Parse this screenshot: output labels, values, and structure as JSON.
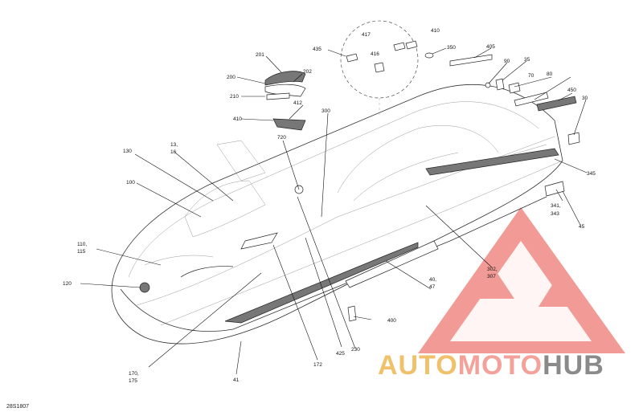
{
  "figure_id": "28S1807",
  "watermark": {
    "part1": "AUTO",
    "part2": "MOTO",
    "part3": "HUB",
    "logo_color": "#f08a84",
    "text_colors": [
      "#f1c06b",
      "#f4a19a",
      "#8a8a8a"
    ]
  },
  "callouts": {
    "c201": "201",
    "c200": "200",
    "c202": "202",
    "c210": "210",
    "c410a": "410",
    "c412": "412",
    "c300": "300",
    "c720": "720",
    "c435": "435",
    "c417": "417",
    "c410b": "410",
    "c416": "416",
    "c350": "350",
    "c405": "405",
    "c90": "90",
    "c35": "35",
    "c70": "70",
    "c80": "80",
    "c450": "450",
    "c30": "30",
    "c345": "345",
    "c341": "341,",
    "c343": "343",
    "c45": "45",
    "c13": "13,",
    "c16": "16",
    "c130": "130",
    "c100": "100",
    "c110": "110,",
    "c115": "115",
    "c120": "120",
    "c302": "302,",
    "c307": "307",
    "c40": "40,",
    "c47": "47",
    "c400": "400",
    "c425": "425",
    "c230": "230",
    "c172": "172",
    "c170": "170,",
    "c175": "175",
    "c41": "41"
  }
}
